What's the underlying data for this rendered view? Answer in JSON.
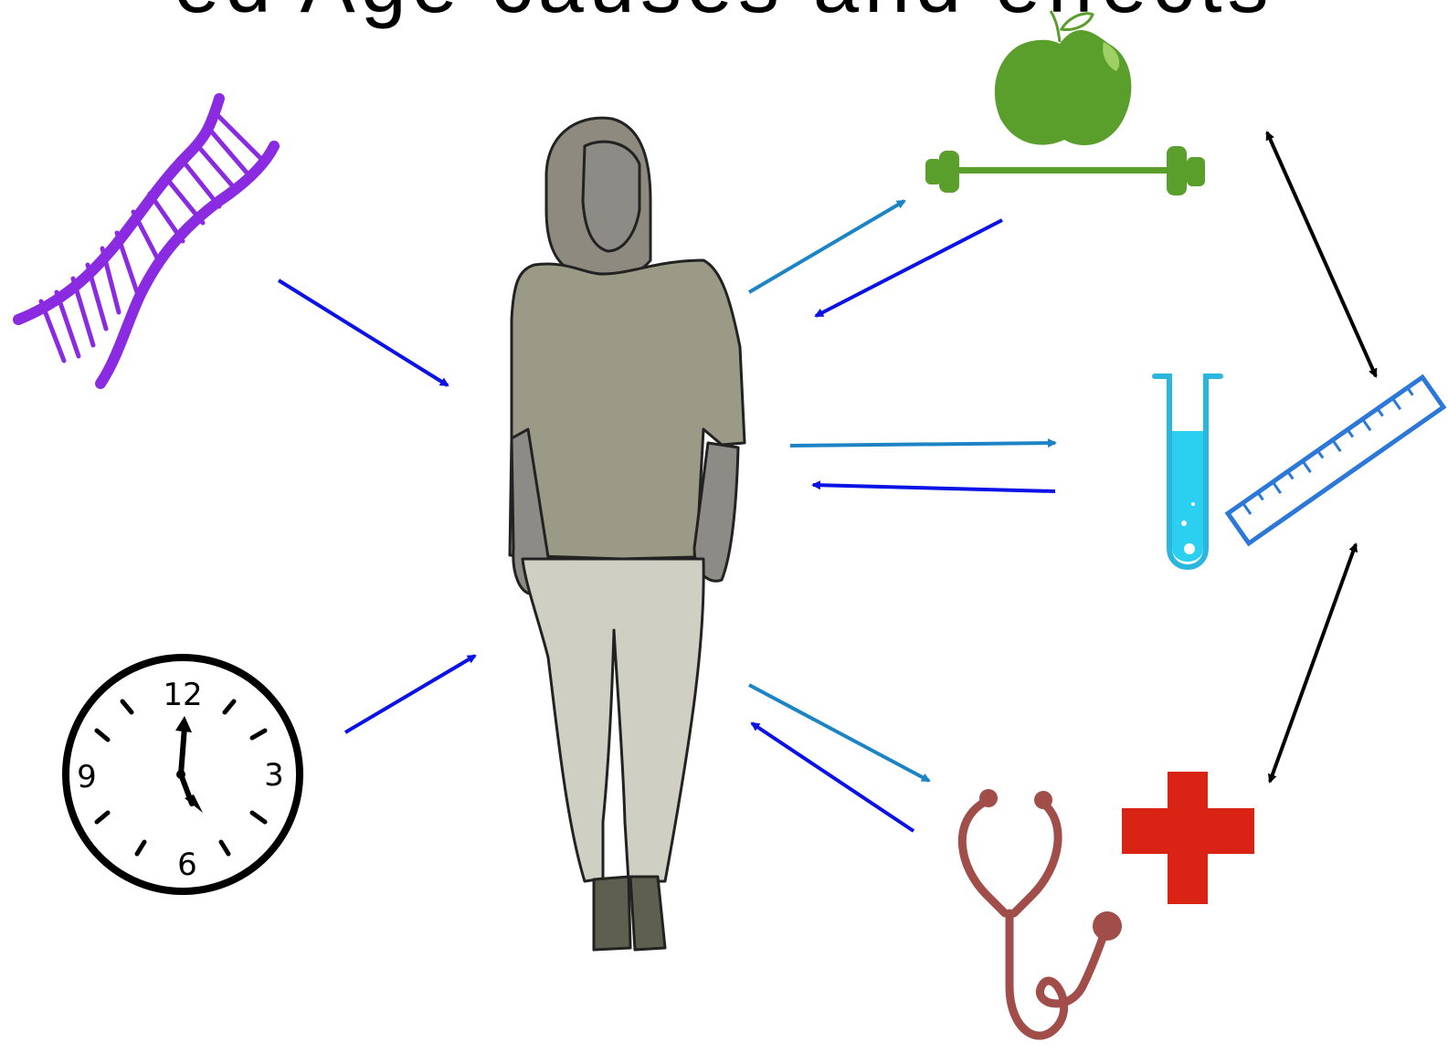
{
  "title": "ed Age causes and effects",
  "clock": {
    "numerals": [
      "12",
      "3",
      "6",
      "9"
    ]
  },
  "icons": {
    "person": "woman-silhouette",
    "dna": "dna-helix-icon",
    "clock": "clock-icon",
    "lifestyle": "apple-and-dumbbell-icon",
    "lab": "test-tube-icon",
    "measure": "ruler-icon",
    "medical": "stethoscope-and-red-cross-icon"
  },
  "colors": {
    "causal_arrow": "#0a12e6",
    "effect_arrow": "#1c84c4",
    "feedback_arrow": "#000000",
    "dna": "#8a2be2",
    "apple": "#5a9e2c",
    "tube": "#2bb6dd",
    "ruler": "#2b78d8",
    "stethoscope": "#a14e4a",
    "cross": "#d92314",
    "sweater": "#9a9a87",
    "pants": "#cfd0c3",
    "boots": "#5f5f50",
    "hair": "#8f8a80",
    "skin": "#8c8b86"
  }
}
